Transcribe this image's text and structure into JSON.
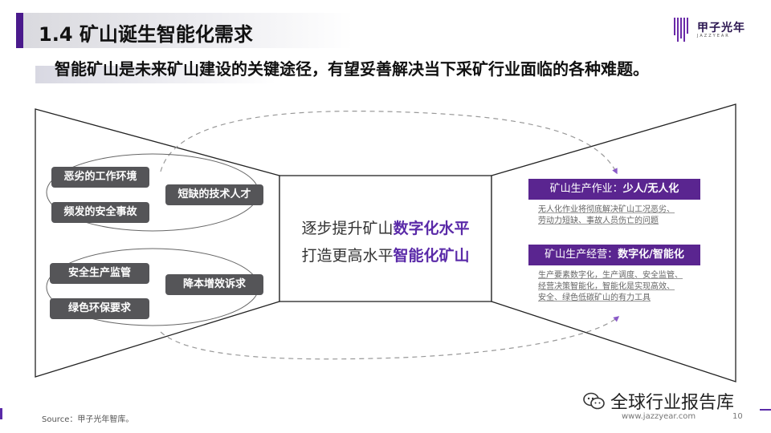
{
  "header": {
    "title": "1.4 矿山诞生智能化需求",
    "logo_text": "甲子光年",
    "logo_sub": "JAZZYEAR"
  },
  "subtitle": "智能矿山是未来矿山建设的关键途径，有望妥善解决当下采矿行业面临的各种难题。",
  "left_group_1": {
    "tags": [
      "恶劣的工作环境",
      "短缺的技术人才",
      "频发的安全事故"
    ]
  },
  "left_group_2": {
    "tags": [
      "安全生产监管",
      "降本增效诉求",
      "绿色环保要求"
    ]
  },
  "center": {
    "line1_plain": "逐步提升矿山",
    "line1_bold": "数字化水平",
    "line2_plain": "打造更高水平",
    "line2_bold": "智能化矿山"
  },
  "right": {
    "item1_label": "矿山生产作业：",
    "item1_bold": "少人/无人化",
    "item1_desc": [
      "无人化作业将彻底解决矿山工况恶劣、",
      "劳动力短缺、事故人员伤亡的问题"
    ],
    "item2_label": "矿山生产经营：",
    "item2_bold": "数字化/智能化",
    "item2_desc": [
      "生产要素数字化，生产调度、安全监管、",
      "经营决策智能化，智能化是实现高效、",
      "安全、绿色低碳矿山的有力工具"
    ]
  },
  "footer": {
    "source": "Source：甲子光年智库。",
    "brand": "全球行业报告库",
    "url": "www.jazzyear.com",
    "page": "10"
  },
  "colors": {
    "accent": "#5a2590",
    "tag_gray": "#555558",
    "dashed": "#999999"
  }
}
